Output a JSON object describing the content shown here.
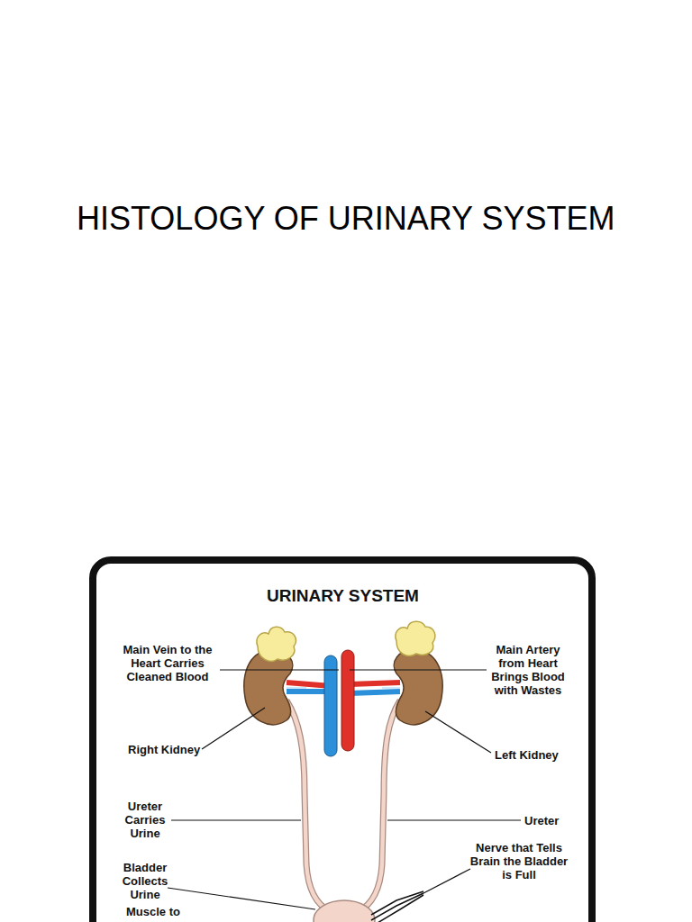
{
  "diagram": {
    "title": "HISTOLOGY OF URINARY SYSTEM",
    "labels": [
      "URINARY SYSTEM",
      "Main Vein to the Heart Carries Cleaned Blood",
      "Main Artery from Heart Brings Blood with Wastes",
      "Right Kidney",
      "Left Kidney",
      "Ureter Carries Urine",
      "Ureter",
      "Nerve that Tells Brain the Bladder is Full",
      "Bladder Collects Urine",
      "Muscle to"
    ]
  }
}
